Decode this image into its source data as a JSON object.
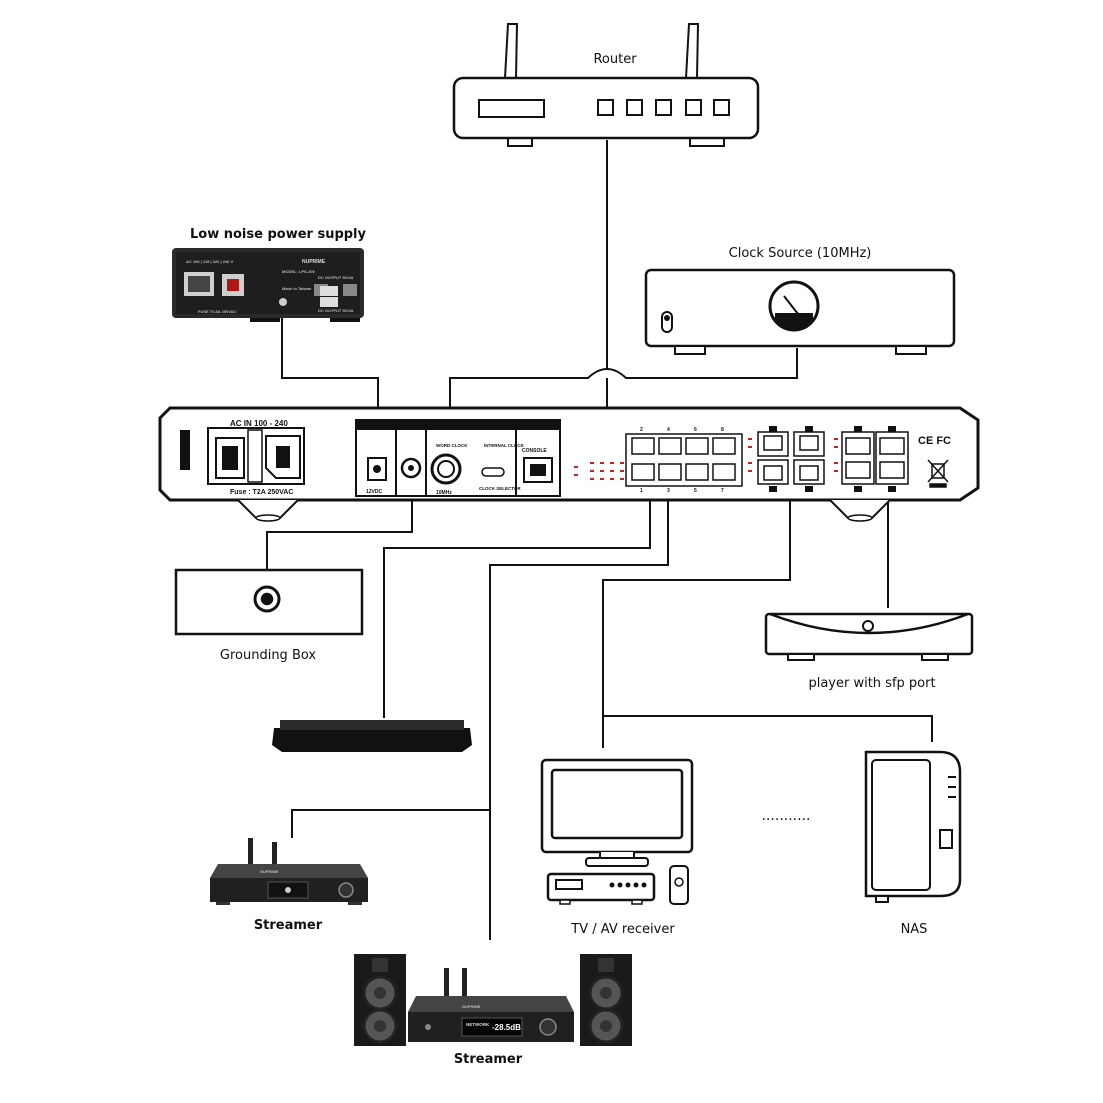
{
  "labels": {
    "router": "Router",
    "lps": "Low noise power supply",
    "clock": "Clock Source (10MHz)",
    "grounding": "Grounding Box",
    "sfp_player": "player with sfp port",
    "streamer1": "Streamer",
    "tv": "TV / AV receiver",
    "nas": "NAS",
    "streamer2": "Streamer",
    "dots": "..........."
  },
  "lps_panel": {
    "brand": "NUPRIME",
    "model": "MODEL:  LPS-205",
    "made": "Made in Taiwan",
    "ac": "AC 100 | 115 | 220 | 240 V",
    "fuse": "FUSE T0.8A 250VAC",
    "out1": "DC OUTPUT 5V/2A",
    "out2": "DC OUTPUT 5V/2A"
  },
  "switch_panel": {
    "ac_in": "AC IN  100 - 240",
    "fuse": "Fuse : T2A 250VAC",
    "dc": "12VDC",
    "word_clock": "WORD CLOCK",
    "ten_mhz": "10MHz",
    "internal_clock": "INTERNAL CLOCK",
    "clock_selector": "CLOCK SELECTOR",
    "console": "CONSOLE",
    "port_top": [
      "2",
      "4",
      "6",
      "8"
    ],
    "port_bottom": [
      "1",
      "3",
      "5",
      "7"
    ],
    "ce_fc": "CE FC"
  },
  "streamer_display": {
    "brand": "NUPRIME",
    "network": "NETWORK",
    "volume": "-28.5dB"
  }
}
